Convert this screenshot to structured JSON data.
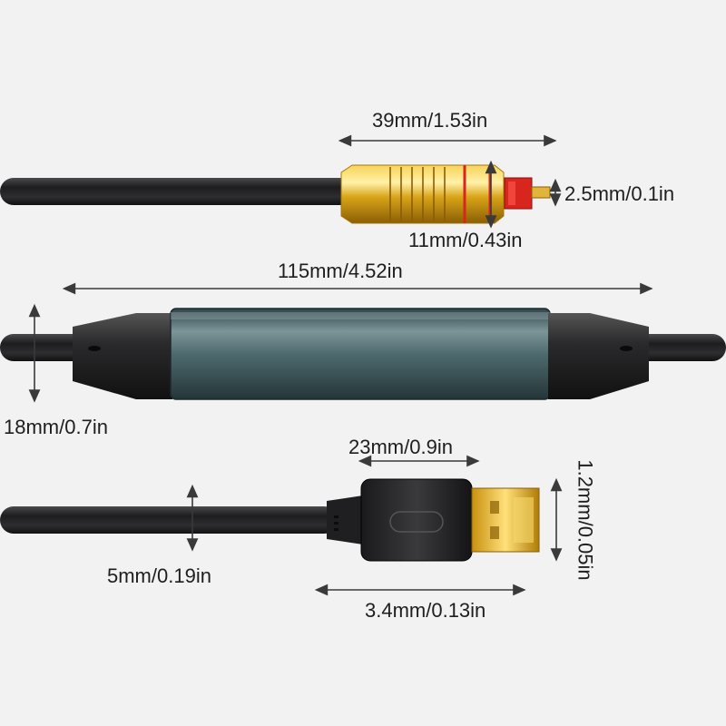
{
  "product": {
    "subject": "USB to optical audio cable dimension diagram"
  },
  "dimensions": {
    "optical_length": "39mm/1.53in",
    "optical_tip": "2.5mm/0.1in",
    "optical_diameter": "11mm/0.43in",
    "module_length": "115mm/4.52in",
    "module_height": "18mm/0.7in",
    "usb_width": "23mm/0.9in",
    "usb_thickness": "1.2mm/0.05in",
    "cable_diameter": "5mm/0.19in",
    "usb_plug_length": "3.4mm/0.13in"
  },
  "colors": {
    "background": "#f2f2f3",
    "cable": "#2b2b2d",
    "gold": "#d9a417",
    "red_accent": "#d8261f",
    "module_body": "#47646a",
    "arrow": "#3a3a3a"
  },
  "icons": [
    "optical-connector-icon",
    "usb-a-connector-icon",
    "converter-module-icon"
  ]
}
